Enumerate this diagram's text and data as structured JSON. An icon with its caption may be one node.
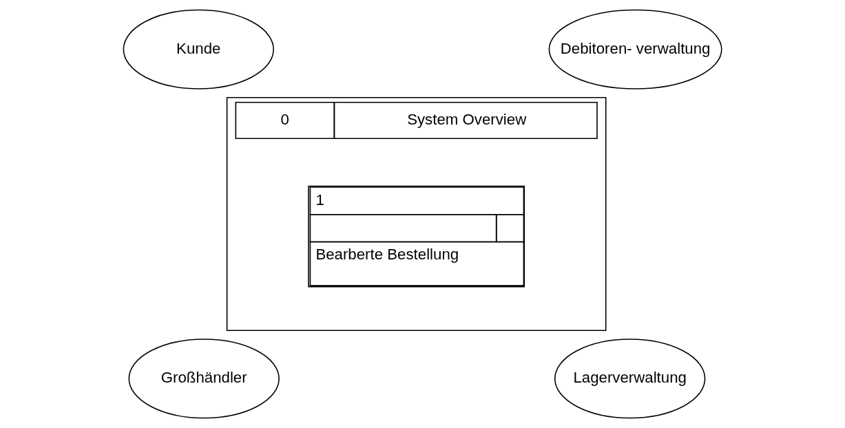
{
  "diagram": {
    "nodes": [
      {
        "text": [
          "Kunde"
        ]
      },
      {
        "text": [
          "Debitoren- verwaltung"
        ]
      },
      {
        "text": [
          "0",
          "System Overview"
        ]
      },
      {
        "text": [
          "1",
          "Bearberte Bestellung"
        ],
        "in": 2
      },
      {
        "text": [
          "Großhändler"
        ]
      },
      {
        "text": [
          "Lagerverwaltung"
        ]
      }
    ],
    "edges": []
  }
}
